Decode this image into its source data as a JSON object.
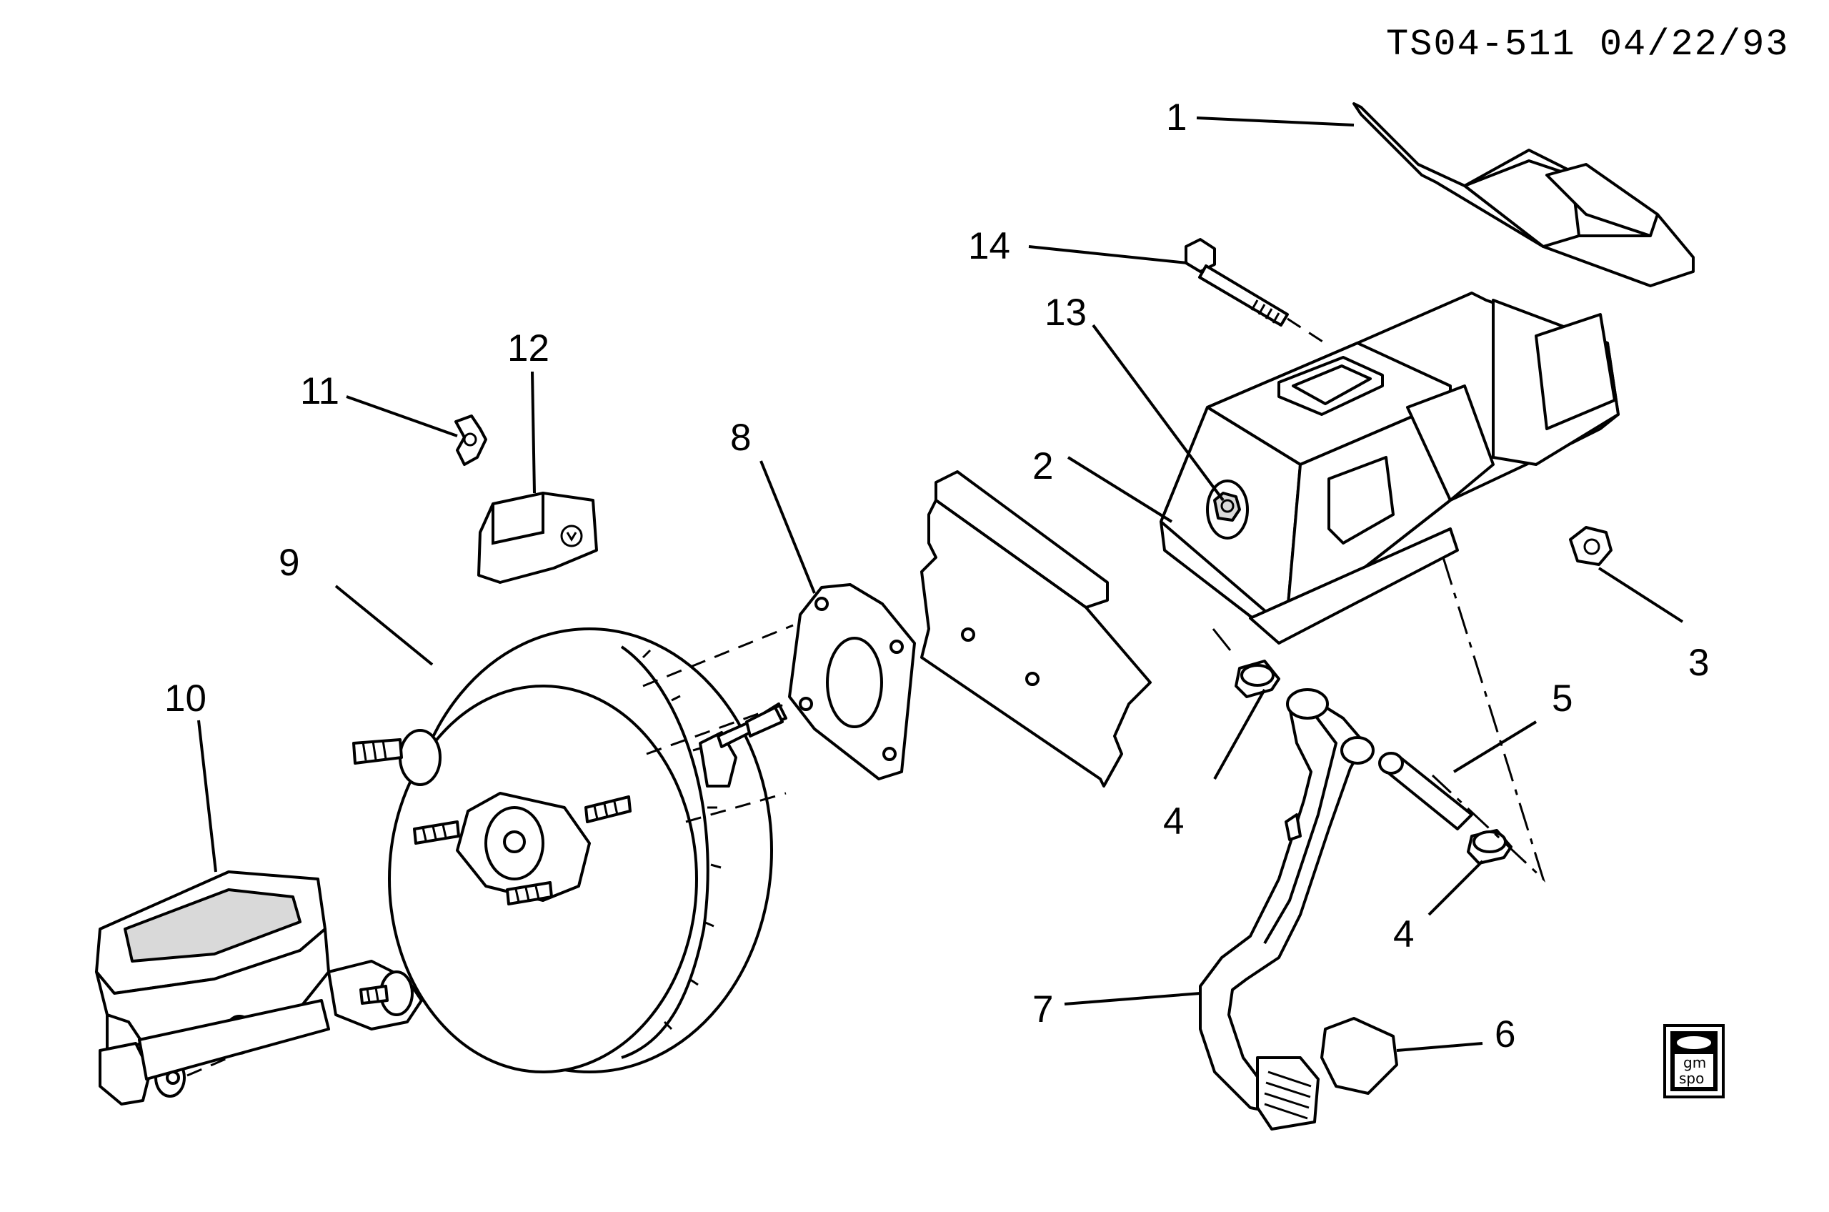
{
  "drawing": {
    "code": "TS04-511 04/22/93",
    "logo_text_top": "gm",
    "logo_text_bottom": "spo"
  },
  "callouts": {
    "c1": "1",
    "c2": "2",
    "c3": "3",
    "c4a": "4",
    "c4b": "4",
    "c5": "5",
    "c6": "6",
    "c7": "7",
    "c8": "8",
    "c9": "9",
    "c10": "10",
    "c11": "11",
    "c12": "12",
    "c13": "13",
    "c14": "14"
  },
  "icons": [
    "gm-spo-logo-icon"
  ]
}
